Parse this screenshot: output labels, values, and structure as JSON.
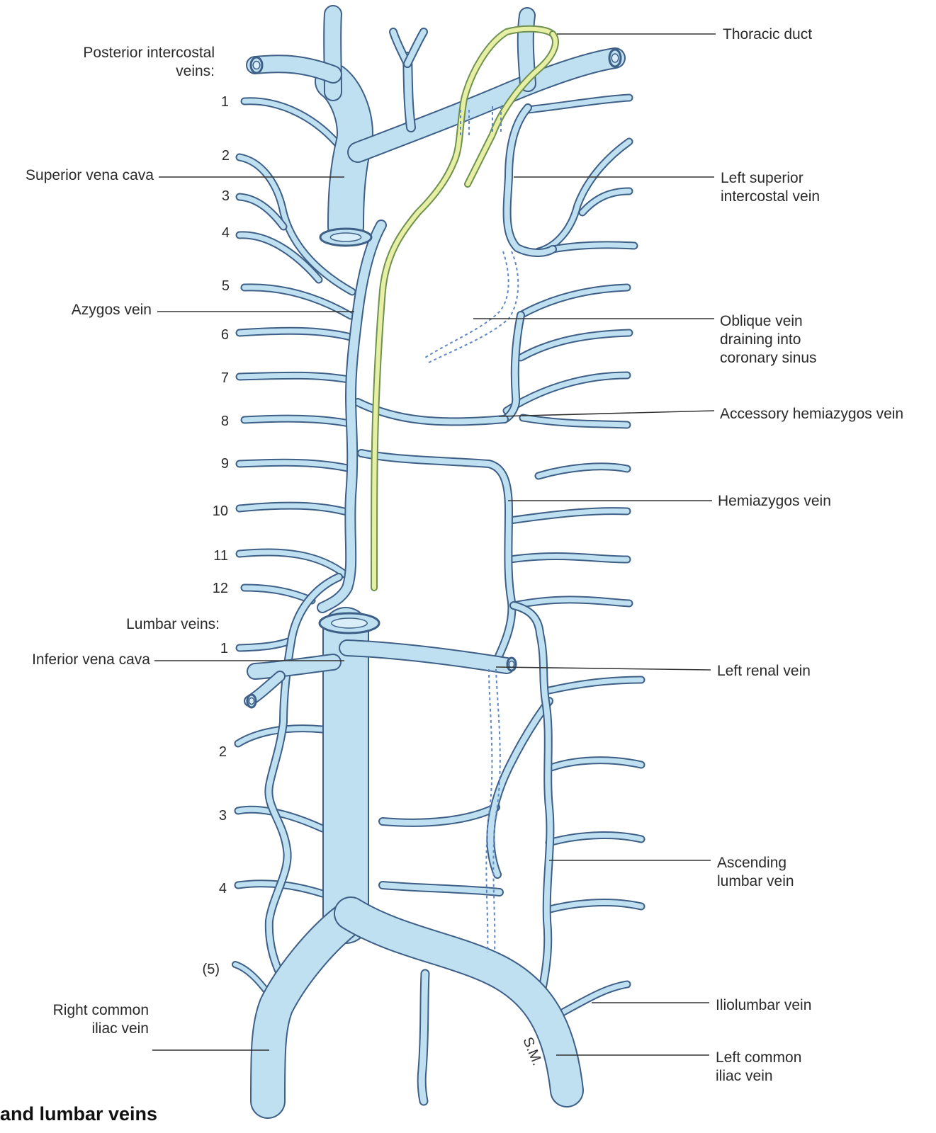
{
  "caption": "and lumbar veins",
  "signature": "S.M.",
  "colors": {
    "vein_fill": "#bfe0f1",
    "vein_outline": "#3e5f86",
    "duct_fill": "#e6efa4",
    "duct_outline": "#6f9150",
    "dashed_outline": "#5f88c4",
    "leader_line": "#333333"
  },
  "labels": {
    "posterior_intercostal": [
      "Posterior intercostal",
      "veins:"
    ],
    "superior_vena_cava": [
      "Superior vena cava"
    ],
    "azygos_vein": [
      "Azygos vein"
    ],
    "lumbar_veins": [
      "Lumbar veins:"
    ],
    "inferior_vena_cava": [
      "Inferior vena cava"
    ],
    "right_common_iliac_vein": [
      "Right common",
      "iliac vein"
    ],
    "thoracic_duct": [
      "Thoracic duct"
    ],
    "left_superior_intercostal_vein": [
      "Left superior",
      "intercostal vein"
    ],
    "oblique_vein": [
      "Oblique vein",
      "draining into",
      "coronary sinus"
    ],
    "accessory_hemiazygos_vein": [
      "Accessory hemiazygos vein"
    ],
    "hemiazygos_vein": [
      "Hemiazygos vein"
    ],
    "left_renal_vein": [
      "Left renal vein"
    ],
    "ascending_lumbar_vein": [
      "Ascending",
      "lumbar vein"
    ],
    "iliolumbar_vein": [
      "Iliolumbar vein"
    ],
    "left_common_iliac_vein": [
      "Left common",
      "iliac vein"
    ]
  },
  "intercostal_numbers": [
    "1",
    "2",
    "3",
    "4",
    "5",
    "6",
    "7",
    "8",
    "9",
    "10",
    "11",
    "12"
  ],
  "lumbar_numbers": [
    "1",
    "2",
    "3",
    "4",
    "(5)"
  ]
}
